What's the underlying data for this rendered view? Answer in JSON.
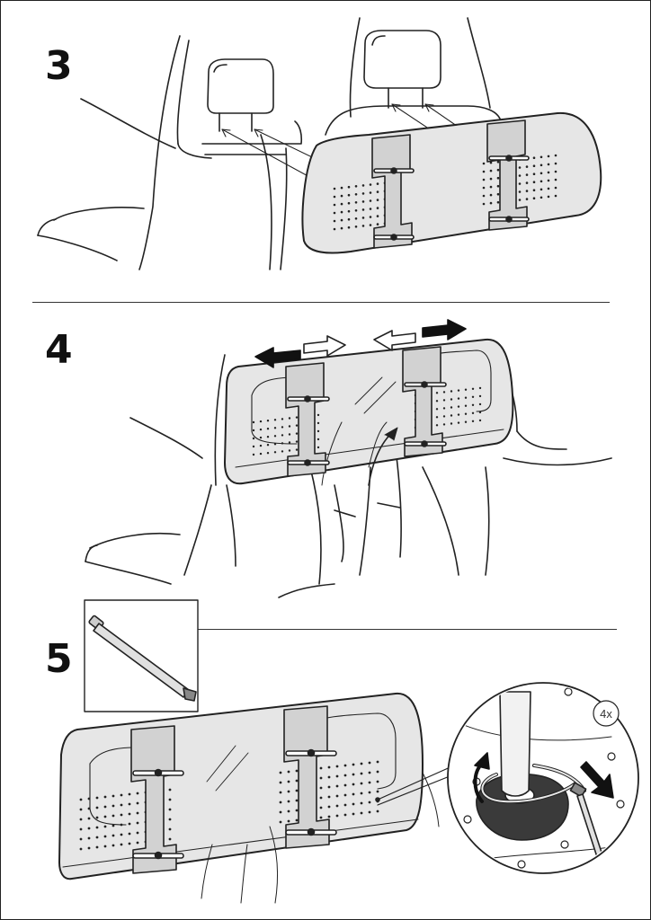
{
  "steps": [
    {
      "number": "3"
    },
    {
      "number": "4"
    },
    {
      "number": "5"
    }
  ],
  "callouts": {
    "quantity": "4x"
  },
  "icons": {
    "arrow_left_filled": "arrow-left-filled-icon",
    "arrow_right_outline": "arrow-right-outline-icon",
    "arrow_left_outline": "arrow-left-outline-icon",
    "arrow_right_filled": "arrow-right-filled-icon",
    "cable_tie": "cable-tie-icon",
    "rotate": "rotate-arrow-icon",
    "pull": "pull-arrow-icon"
  },
  "colors": {
    "line": "#222222",
    "panel_fill": "#e6e6e6",
    "strap_fill": "#d2d2d2",
    "anchor_fill": "#3a3a3a"
  }
}
